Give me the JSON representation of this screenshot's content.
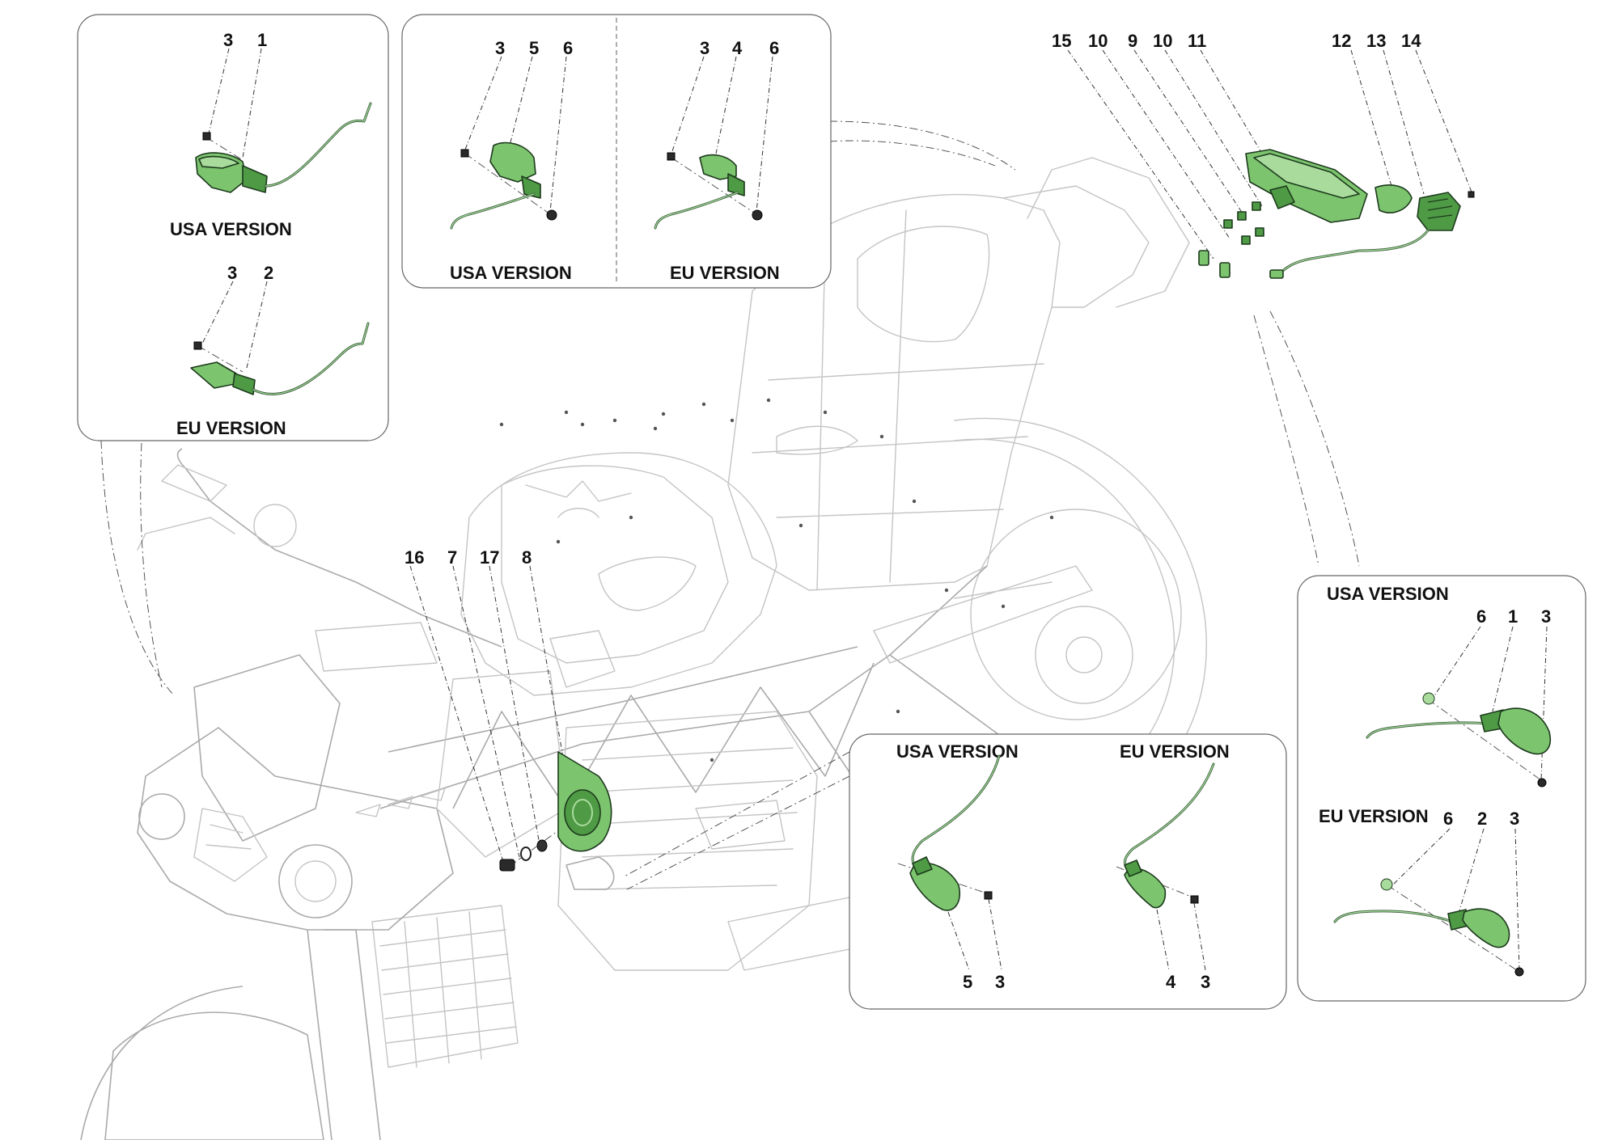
{
  "colors": {
    "part_fill": "#7dc46f",
    "part_light": "#a9db9d",
    "part_dark": "#4f9a45",
    "outline": "#c4c4c4",
    "ink": "#111111"
  },
  "panels": {
    "front_usa_eu": {
      "callouts": [
        "3",
        "1",
        "3",
        "2"
      ],
      "usa_label": "USA VERSION",
      "eu_label": "EU VERSION"
    },
    "front_top": {
      "callouts": [
        "3",
        "5",
        "6",
        "3",
        "4",
        "6"
      ],
      "usa_label": "USA VERSION",
      "eu_label": "EU VERSION"
    },
    "rear_mid": {
      "usa_label": "USA VERSION",
      "eu_label": "EU VERSION",
      "callouts": [
        "5",
        "3",
        "4",
        "3"
      ]
    },
    "rear_right": {
      "usa_label": "USA VERSION",
      "eu_label": "EU VERSION",
      "callouts": [
        "6",
        "1",
        "3",
        "6",
        "2",
        "3"
      ]
    }
  },
  "tail_callouts": [
    "15",
    "10",
    "9",
    "10",
    "11",
    "12",
    "13",
    "14"
  ],
  "horn_callouts": [
    "16",
    "7",
    "17",
    "8"
  ]
}
